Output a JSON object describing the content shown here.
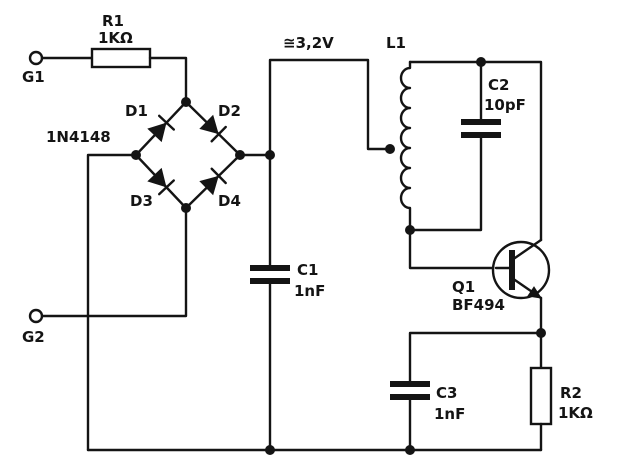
{
  "labels": {
    "g1": "G1",
    "g2": "G2",
    "r1_name": "R1",
    "r1_value": "1KΩ",
    "d1": "D1",
    "d2": "D2",
    "d3": "D3",
    "d4": "D4",
    "diode_type": "1N4148",
    "voltage": "≅3,2V",
    "l1": "L1",
    "c1_name": "C1",
    "c1_value": "1nF",
    "c2_name": "C2",
    "c2_value": "10pF",
    "c3_name": "C3",
    "c3_value": "1nF",
    "q1_name": "Q1",
    "q1_type": "BF494",
    "r2_name": "R2",
    "r2_value": "1KΩ"
  }
}
